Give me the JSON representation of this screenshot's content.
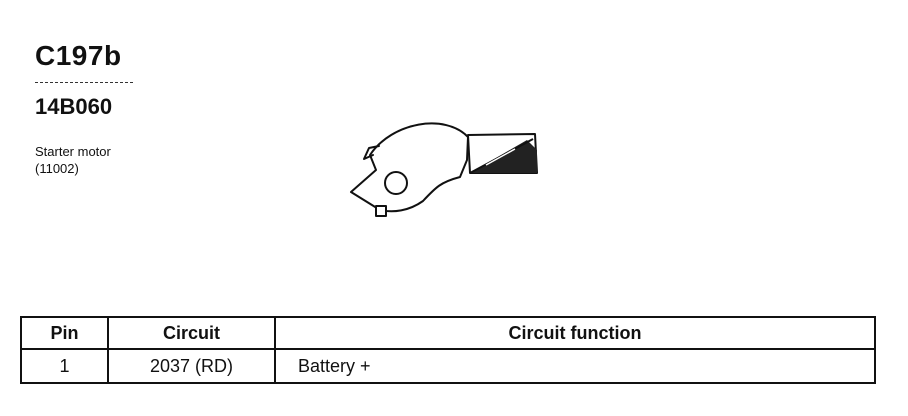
{
  "connector": {
    "id": "C197b",
    "part_number": "14B060",
    "description_line1": "Starter motor",
    "description_line2": "(11002)"
  },
  "table": {
    "headers": {
      "pin": "Pin",
      "circuit": "Circuit",
      "function": "Circuit function"
    },
    "rows": [
      {
        "pin": "1",
        "circuit": "2037 (RD)",
        "function": "Battery +"
      }
    ]
  }
}
